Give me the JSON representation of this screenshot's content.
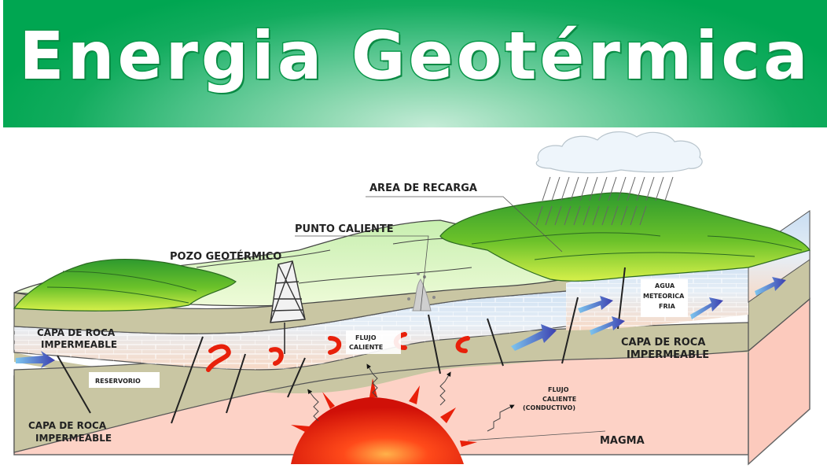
{
  "banner": {
    "title": "Energia Geotérmica",
    "colors": {
      "edge": "#00a651",
      "center": "#c6ecd8",
      "text": "#ffffff",
      "outline": "#0a9a4c"
    }
  },
  "diagram": {
    "labels": {
      "recharge_area": "AREA DE RECARGA",
      "hot_spot": "PUNTO CALIENTE",
      "geothermal_well": "POZO GEOTÉRMICO",
      "impermeable_top_left_1": "CAPA DE ROCA",
      "impermeable_top_left_2": "IMPERMEABLE",
      "reservoir": "RESERVORIO",
      "hot_flow_1": "FLUJO",
      "hot_flow_2": "CALIENTE",
      "cold_water_1": "AGUA",
      "cold_water_2": "METEORICA",
      "cold_water_3": "FRIA",
      "impermeable_right_1": "CAPA DE ROCA",
      "impermeable_right_2": "IMPERMEABLE",
      "impermeable_bottom_1": "CAPA DE ROCA",
      "impermeable_bottom_2": "IMPERMEABLE",
      "conductive_flow_1": "FLUJO",
      "conductive_flow_2": "CALIENTE",
      "conductive_flow_3": "(CONDUCTIVO)",
      "magma": "MAGMA"
    },
    "colors": {
      "hill_dark": "#2e9a2e",
      "hill_light": "#b8e635",
      "valley": "#d8f5c0",
      "rock_layer": "#c9c6a3",
      "reservoir_top": "#cfe2f3",
      "reservoir_bottom": "#f6dccb",
      "mantle": "#fdd2c6",
      "magma": "#e8200a",
      "hot_arrow": "#e8200a",
      "cold_arrow": "#3a6fd0"
    }
  }
}
